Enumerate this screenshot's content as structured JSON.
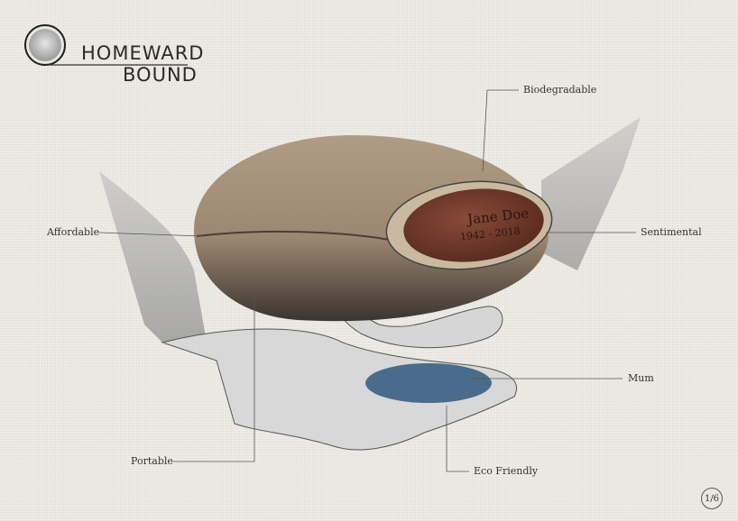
{
  "brand": {
    "line1": "HOMEWARD",
    "line2": "BOUND"
  },
  "plaque": {
    "name": "Jane Doe",
    "dates": "1942 - 2018"
  },
  "callouts": {
    "biodegradable": "Biodegradable",
    "affordable": "Affordable",
    "sentimental": "Sentimental",
    "mum": "Mum",
    "portable": "Portable",
    "eco_friendly": "Eco Friendly"
  },
  "pagination": {
    "label": "1/6"
  },
  "colors": {
    "background": "#eceae5",
    "urn": "#a89279",
    "plaque": "#6e3a2c",
    "ashes": "#4a6c8c"
  }
}
